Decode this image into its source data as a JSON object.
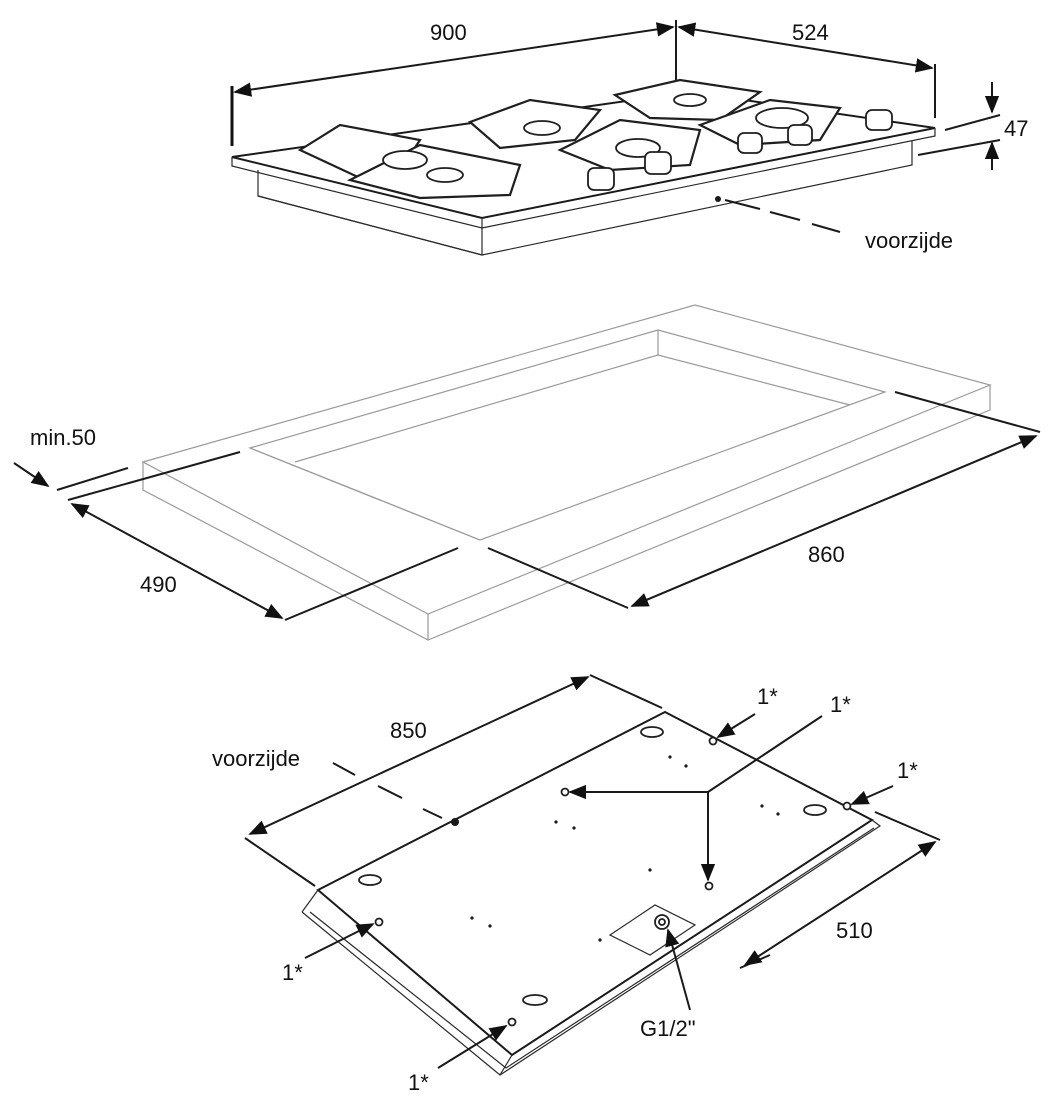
{
  "views": {
    "hob": {
      "width": "900",
      "depth": "524",
      "height": "47",
      "front": "voorzijde"
    },
    "cutout": {
      "min_clearance": "min.50",
      "depth": "490",
      "width": "860"
    },
    "underside": {
      "length": "850",
      "front": "voorzijde",
      "width": "510",
      "gas_connection": "G1/2\"",
      "bracket_marks": [
        "1*",
        "1*",
        "1*",
        "1*",
        "1*"
      ]
    }
  },
  "colors": {
    "line": "#1a1a1a",
    "faint_line": "#9a9a9a",
    "background": "#ffffff"
  }
}
